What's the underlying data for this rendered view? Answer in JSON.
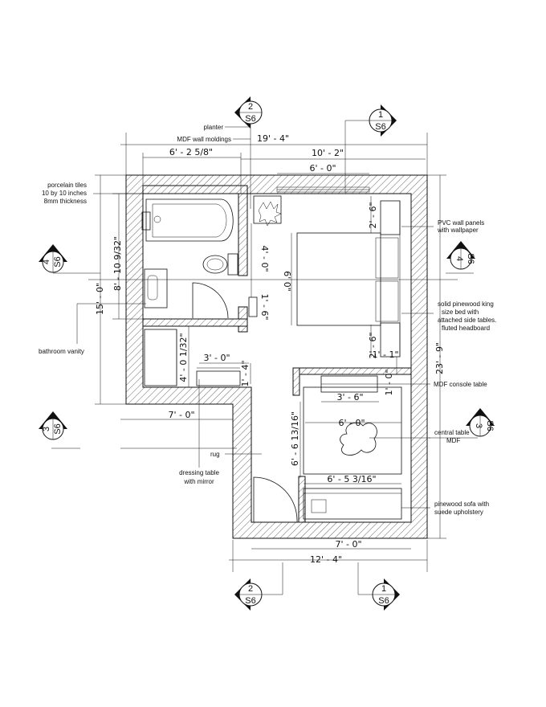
{
  "section_markers": [
    {
      "number": "2",
      "sheet": "S6"
    },
    {
      "number": "1",
      "sheet": "S6"
    },
    {
      "number": "4",
      "sheet": "S6"
    },
    {
      "number": "4",
      "sheet": "S6"
    },
    {
      "number": "3",
      "sheet": "S6"
    },
    {
      "number": "3",
      "sheet": "S6"
    },
    {
      "number": "2",
      "sheet": "S6"
    },
    {
      "number": "1",
      "sheet": "S6"
    }
  ],
  "dimensions": {
    "overall_top": "19' - 4\"",
    "bath_width": "6' - 2 5/8\"",
    "bed_zone_width": "10' - 2\"",
    "bed_width": "6' - 0\"",
    "left_total_height": "15' - 0\"",
    "left_inner_height": "8' - 10 9/32\"",
    "vanity_height": "4' - 0 1/32\"",
    "dress_width": "3' - 0\"",
    "dress_depth": "1' - 4\"",
    "lower_left_width": "7' - 0\"",
    "corridor_upper": "4' - 0\"",
    "corridor_lower": "1' - 6\"",
    "bed_length": "6' 0\"",
    "side_table_a": "2' - 6\"",
    "side_table_b": "2' - 6\"",
    "side_gap": "1' - 1\"",
    "right_total": "23' - 9\"",
    "console_gap": "1' - 0\"",
    "console_width": "3' - 6\"",
    "lounge_depth": "6' - 6 13/16\"",
    "rug_width": "6' - 0\"",
    "sofa_width": "6' - 5 3/16\"",
    "lower_right_width": "7' - 0\"",
    "overall_bottom": "12' - 4\""
  },
  "notes": {
    "planter": "planter",
    "mdf_moldings": "MDF wall moldings",
    "porcelain_1": "porcelain tiles",
    "porcelain_2": "10 by 10 inches",
    "porcelain_3": "8mm thickness",
    "bathroom_vanity": "bathroom vanity",
    "pvc_1": "PVC wall panels",
    "pvc_2": "with wallpaper",
    "bed_1": "solid pinewood king",
    "bed_2": "size bed with",
    "bed_3": "attached side tables.",
    "bed_4": "fluted headboard",
    "console": "MDF console table",
    "central_1": "central table",
    "central_2": "MDF",
    "rug": "rug",
    "dressing_1": "dressing table",
    "dressing_2": "with mirror",
    "sofa_1": "pinewood sofa with",
    "sofa_2": "suede upholstery"
  }
}
